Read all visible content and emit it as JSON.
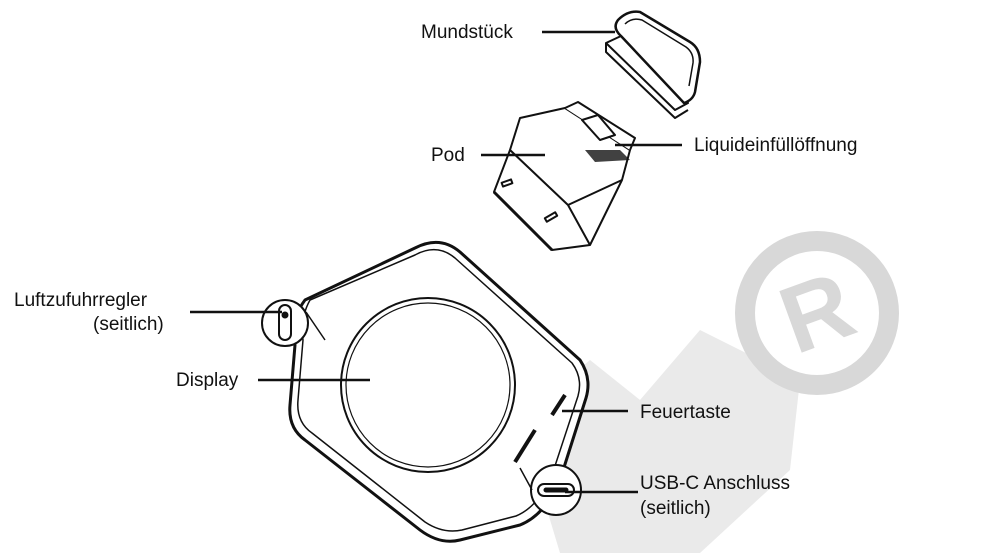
{
  "labels": {
    "mouthpiece": "Mundstück",
    "pod": "Pod",
    "liquid_fill": "Liquideinfüllöffnung",
    "airflow_line1": "Luftzufuhrregler",
    "airflow_line2": "(seitlich)",
    "display": "Display",
    "fire_button": "Feuertaste",
    "usbc_line1": "USB-C Anschluss",
    "usbc_line2": "(seitlich)"
  },
  "colors": {
    "line": "#111111",
    "watermark": "#d8d8d8"
  }
}
